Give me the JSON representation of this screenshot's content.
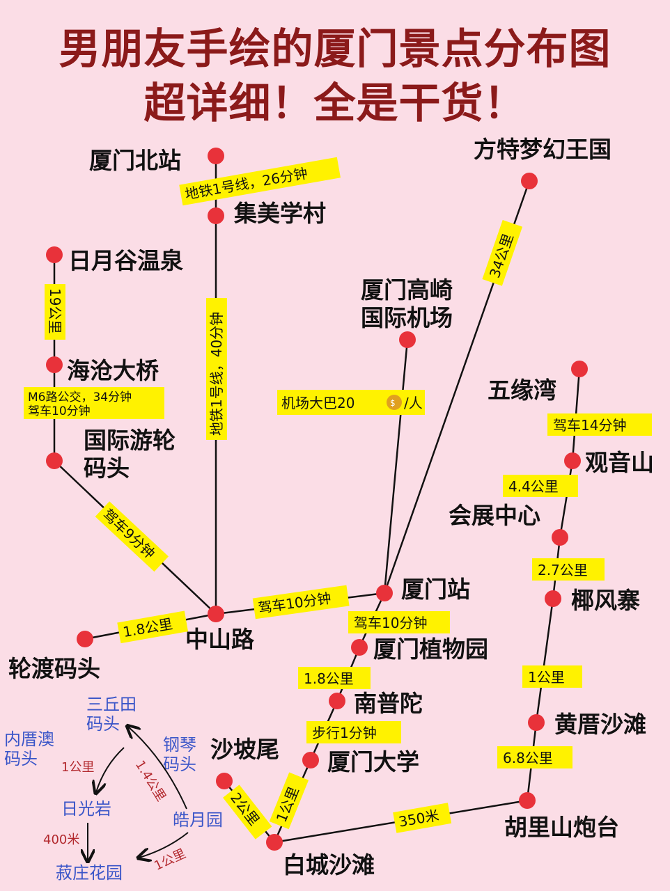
{
  "title": {
    "line1": "男朋友手绘的厦门景点分布图",
    "line2": "超详细！全是干货！"
  },
  "places": {
    "beizhan": "厦门北站",
    "jimei": "集美学村",
    "riyuegu": "日月谷温泉",
    "haicang": "海沧大桥",
    "guoji1": "国际游轮",
    "guoji2": "码头",
    "fangte": "方特梦幻王国",
    "airport1": "厦门高崎",
    "airport2": "国际机场",
    "wuyuan": "五缘湾",
    "guanyin": "观音山",
    "huizhan": "会展中心",
    "yefeng": "椰风寨",
    "xiamenzhan": "厦门站",
    "zhongshan": "中山路",
    "lundu": "轮渡码头",
    "zhiwuyuan": "厦门植物园",
    "nanputuo": "南普陀",
    "xiada": "厦门大学",
    "shapowei": "沙坡尾",
    "baicheng": "白城沙滩",
    "huangcuo": "黄厝沙滩",
    "hulishan": "胡里山炮台"
  },
  "routes": {
    "metro26": "地铁1号线，26分钟",
    "metro40": "地铁1号线，40分钟",
    "km19": "19公里",
    "m6a": "M6路公交，34分钟",
    "m6b": "驾车10分钟",
    "drive9": "驾车9分钟",
    "km34": "34公里",
    "bus20a": "机场大巴20",
    "bus20b": "/人",
    "drive14": "驾车14分钟",
    "km44": "4.4公里",
    "km27": "2.7公里",
    "km1a": "1公里",
    "km68": "6.8公里",
    "km18a": "1.8公里",
    "drive10a": "驾车10分钟",
    "drive10b": "驾车10分钟",
    "km18b": "1.8公里",
    "walk1": "步行1分钟",
    "km1b": "1公里",
    "km2": "2公里",
    "m350": "350米"
  },
  "gulangyu": {
    "sanqiu1": "三丘田",
    "sanqiu2": "码头",
    "neicuo1": "内厝澳",
    "neicuo2": "码头",
    "gangqin1": "钢琴",
    "gangqin2": "码头",
    "riguang": "日光岩",
    "haoyue": "皓月园",
    "shuzhuang": "菽庄花园",
    "d1": "1公里",
    "d14": "1.4公里",
    "d400": "400米",
    "d1b": "1公里"
  },
  "icons": [
    "money-bag-icon"
  ],
  "colors": {
    "background": "#fbdde6",
    "title": "#8b1a1a",
    "dot": "#e8323a",
    "label": "#fff200",
    "blue": "#3a55c8",
    "red": "#b2282d"
  }
}
